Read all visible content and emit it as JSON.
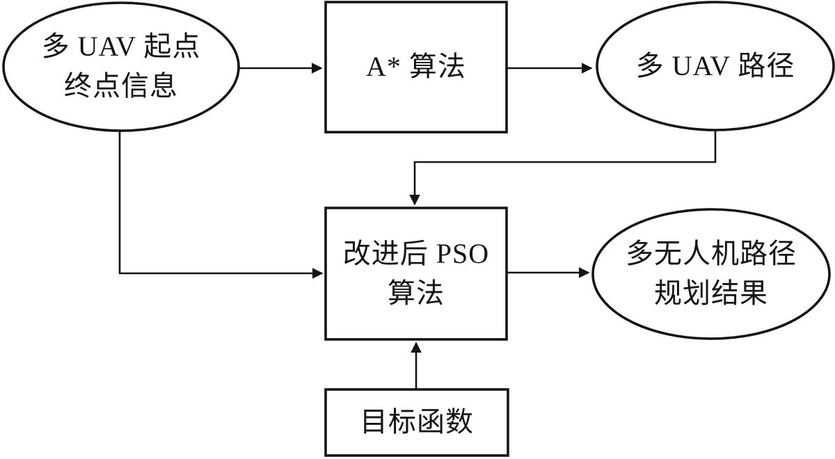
{
  "style": {
    "background": "#ffffff",
    "stroke_color": "#141414",
    "text_color": "#141414"
  },
  "nodes": {
    "start_info": {
      "shape": "ellipse",
      "line1": "多 UAV 起点",
      "line2": "终点信息"
    },
    "astar": {
      "shape": "rect",
      "line1": "A* 算法"
    },
    "uav_path": {
      "shape": "ellipse",
      "line1": "多 UAV 路径"
    },
    "pso": {
      "shape": "rect",
      "line1": "改进后 PSO",
      "line2": "算法"
    },
    "result": {
      "shape": "ellipse",
      "line1": "多无人机路径",
      "line2": "规划结果"
    },
    "objective": {
      "shape": "rect",
      "line1": "目标函数"
    }
  },
  "edges": [
    {
      "from": "start_info",
      "to": "astar",
      "type": "straight-right"
    },
    {
      "from": "astar",
      "to": "uav_path",
      "type": "straight-right"
    },
    {
      "from": "uav_path",
      "to": "pso",
      "type": "elbow-down-left-down"
    },
    {
      "from": "start_info",
      "to": "pso",
      "type": "elbow-down-right"
    },
    {
      "from": "pso",
      "to": "result",
      "type": "straight-right"
    },
    {
      "from": "objective",
      "to": "pso",
      "type": "straight-up"
    }
  ]
}
